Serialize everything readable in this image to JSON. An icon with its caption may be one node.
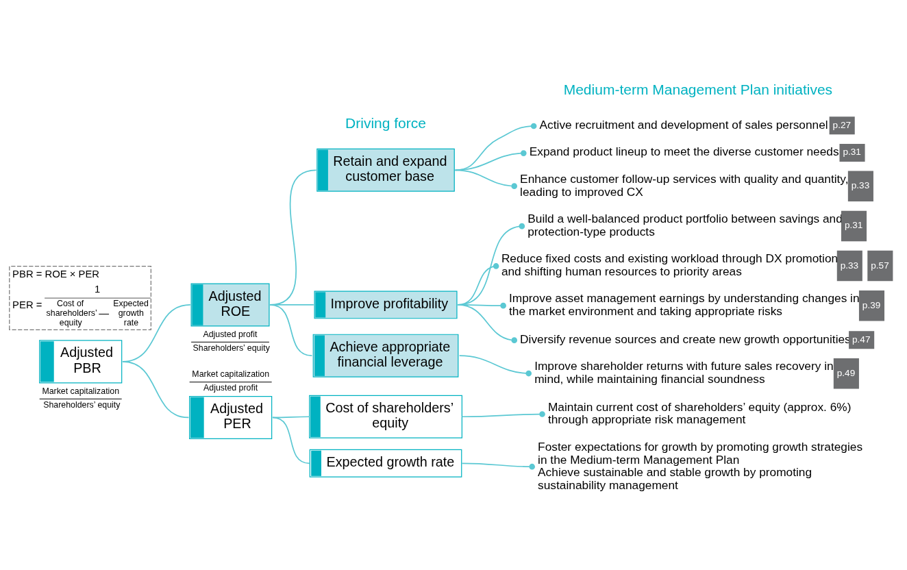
{
  "diagram": {
    "nodes": [
      {
        "text": [
          "Adjusted PBR"
        ],
        "beside": [
          "Market capitalization",
          "Shareholders’ equity"
        ]
      },
      {
        "text": [
          "Adjusted ROE"
        ],
        "beside": [
          "Adjusted profit",
          "Shareholders’ equity"
        ]
      },
      {
        "text": [
          "Adjusted PER"
        ],
        "beside": [
          "Market capitalization",
          "Adjusted profit"
        ]
      },
      {
        "text": [
          "Retain and expand customer base"
        ]
      },
      {
        "text": [
          "Improve profitability"
        ]
      },
      {
        "text": [
          "Achieve appropriate financial leverage"
        ]
      },
      {
        "text": [
          "Cost of shareholders’ equity"
        ]
      },
      {
        "text": [
          "Expected growth rate"
        ]
      },
      {
        "text": [
          "Active recruitment and development of sales personnel",
          "p.27"
        ]
      },
      {
        "text": [
          "Expand product lineup to meet the diverse customer needs",
          "p.31"
        ]
      },
      {
        "text": [
          "Enhance customer follow-up services with quality and quantity, leading to improved CX",
          "p.33"
        ]
      },
      {
        "text": [
          "Build a well-balanced product portfolio between savings and protection-type products",
          "p.31"
        ]
      },
      {
        "text": [
          "Reduce fixed costs and existing workload through DX promotion and shifting human resources to priority areas",
          "p.33",
          "p.57"
        ]
      },
      {
        "text": [
          "Improve asset management earnings by understanding changes in the market environment and taking appropriate risks",
          "p.39"
        ]
      },
      {
        "text": [
          "Diversify revenue sources and create new growth opportunities",
          "p.47"
        ]
      },
      {
        "text": [
          "Improve shareholder returns with future sales recovery in mind, while maintaining financial soundness",
          "p.49"
        ]
      },
      {
        "text": [
          "Maintain current cost of shareholders’ equity (approx. 6%) through appropriate risk management"
        ]
      },
      {
        "text": [
          "Foster expectations for growth by promoting growth strategies in the Medium-term Management Plan",
          "Achieve sustainable and stable growth by promoting sustainability management"
        ]
      },
      {
        "text": [
          "PBR = ROE × PER",
          "PER =",
          "1",
          "Cost of shareholders’ equity",
          "—",
          "Expected growth rate"
        ]
      }
    ],
    "edges": [
      {
        "from": 0,
        "to": 1,
        "arrow": "none"
      },
      {
        "from": 0,
        "to": 2,
        "arrow": "none"
      },
      {
        "from": 1,
        "to": 3,
        "arrow": "none"
      },
      {
        "from": 1,
        "to": 4,
        "arrow": "none"
      },
      {
        "from": 1,
        "to": 5,
        "arrow": "none"
      },
      {
        "from": 2,
        "to": 6,
        "arrow": "none"
      },
      {
        "from": 2,
        "to": 7,
        "arrow": "none"
      },
      {
        "from": 3,
        "to": 8,
        "arrow": "other"
      },
      {
        "from": 3,
        "to": 9,
        "arrow": "other"
      },
      {
        "from": 3,
        "to": 10,
        "arrow": "other"
      },
      {
        "from": 4,
        "to": 11,
        "arrow": "other"
      },
      {
        "from": 4,
        "to": 12,
        "arrow": "other"
      },
      {
        "from": 4,
        "to": 13,
        "arrow": "other"
      },
      {
        "from": 4,
        "to": 14,
        "arrow": "other"
      },
      {
        "from": 5,
        "to": 15,
        "arrow": "other"
      },
      {
        "from": 6,
        "to": 16,
        "arrow": "other"
      },
      {
        "from": 7,
        "to": 17,
        "arrow": "other"
      }
    ],
    "labels": [
      "Driving force",
      "Medium-term Management Plan initiatives"
    ]
  }
}
